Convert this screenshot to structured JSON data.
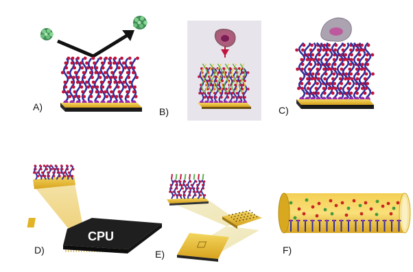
{
  "panels": {
    "a": {
      "label": "A)"
    },
    "b": {
      "label": "B)"
    },
    "c": {
      "label": "C)"
    },
    "d": {
      "label": "D)",
      "chip_text": "CPU"
    },
    "e": {
      "label": "E)"
    },
    "f": {
      "label": "F)"
    }
  },
  "colors": {
    "gold": "#e2b324",
    "gold_light": "#f4d45a",
    "dark": "#1a1a1a",
    "polymer": "#2e2e9c",
    "bead": "#c0143c",
    "anchor": "#9b2aa8",
    "dna_yellow": "#e8d23a",
    "dna_green": "#58b04a",
    "protein": "#5aa36a"
  }
}
